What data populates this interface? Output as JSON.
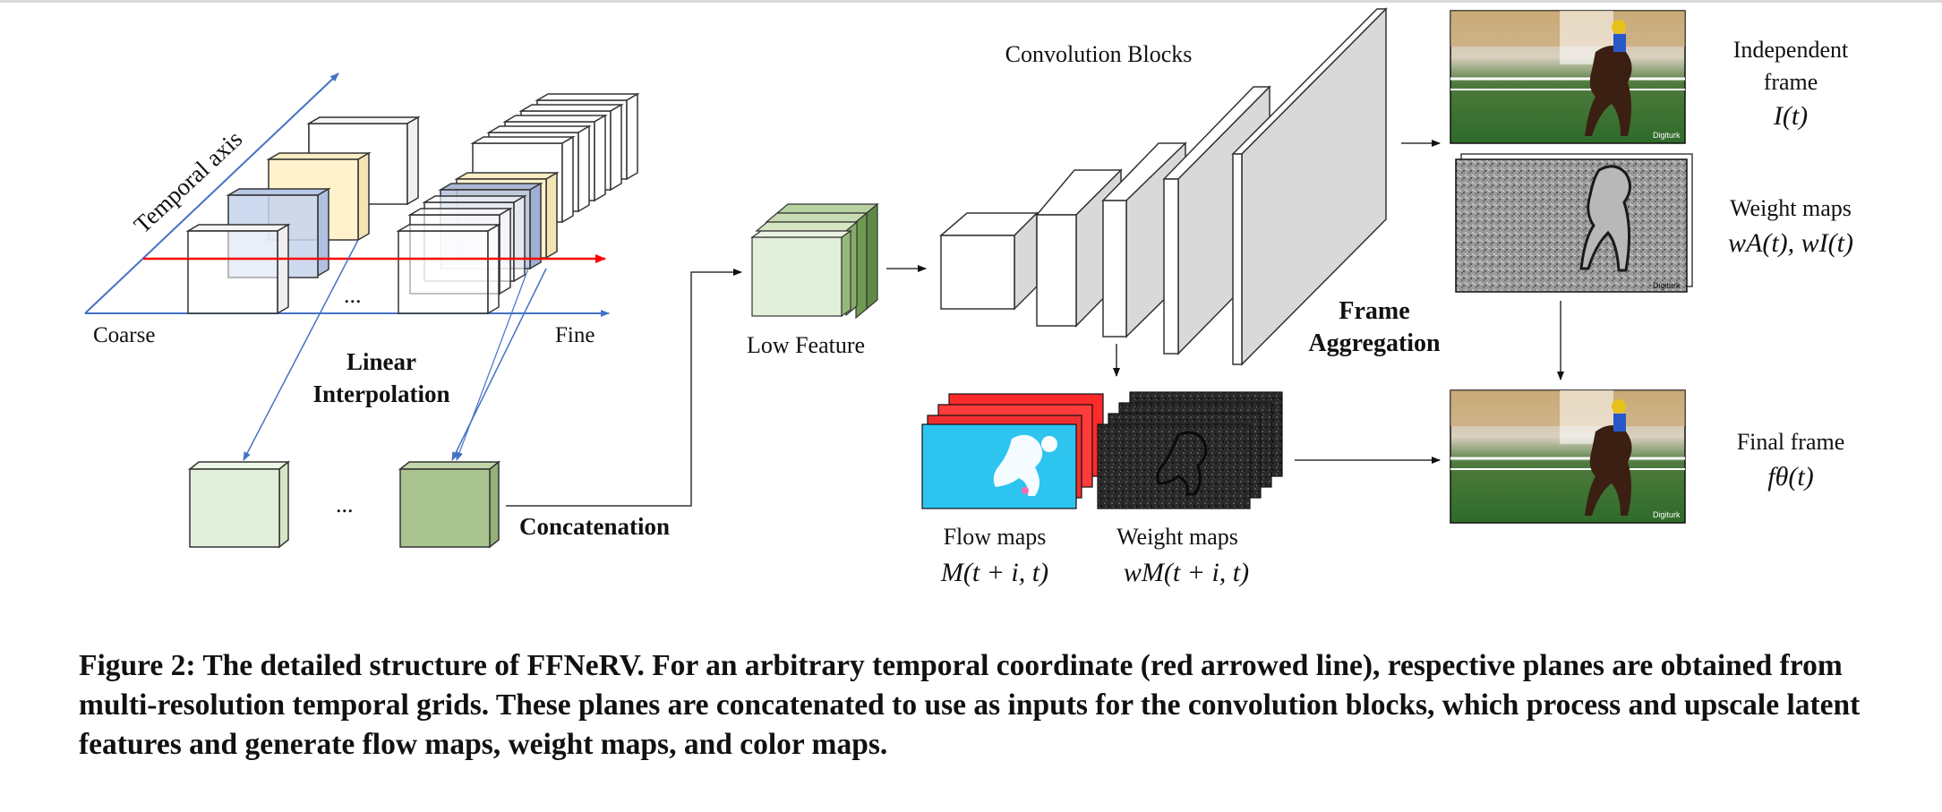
{
  "figure": {
    "labels": {
      "temporal_axis": "Temporal axis",
      "coarse": "Coarse",
      "fine": "Fine",
      "ellipsis": "...",
      "linear_interpolation_1": "Linear",
      "linear_interpolation_2": "Interpolation",
      "concatenation": "Concatenation",
      "low_feature": "Low Feature",
      "convolution_blocks": "Convolution Blocks",
      "frame_aggregation_1": "Frame",
      "frame_aggregation_2": "Aggregation",
      "independent_frame_1": "Independent",
      "independent_frame_2": "frame",
      "independent_frame_math": "I(t)",
      "weight_maps_right": "Weight maps",
      "weight_maps_right_math": "wA(t), wI(t)",
      "final_frame": "Final frame",
      "final_frame_math": "fθ(t)",
      "flow_maps": "Flow maps",
      "flow_maps_math": "M(t + i, t)",
      "weight_maps_bottom": "Weight maps",
      "weight_maps_bottom_math": "wM(t + i, t)",
      "watermark": "Digiturk"
    },
    "colors": {
      "axis_blue": "#4472c4",
      "temporal_red": "#ff0000",
      "plane_yellow": "#fff2cc",
      "plane_blue": "#c5d3ec",
      "light_green": "#e2efda",
      "dark_green": "#a9c48f",
      "block_gray": "#d9d9d9",
      "flow_cyan": "#2ec4f0",
      "flow_red": "#ff2a2a"
    }
  },
  "caption": {
    "text": "Figure 2: The detailed structure of FFNeRV. For an arbitrary temporal coordinate (red arrowed line), respective planes are obtained from multi-resolution temporal grids. These planes are concatenated to use as inputs for the convolution blocks, which process and upscale latent features and generate flow maps, weight maps, and color maps."
  }
}
